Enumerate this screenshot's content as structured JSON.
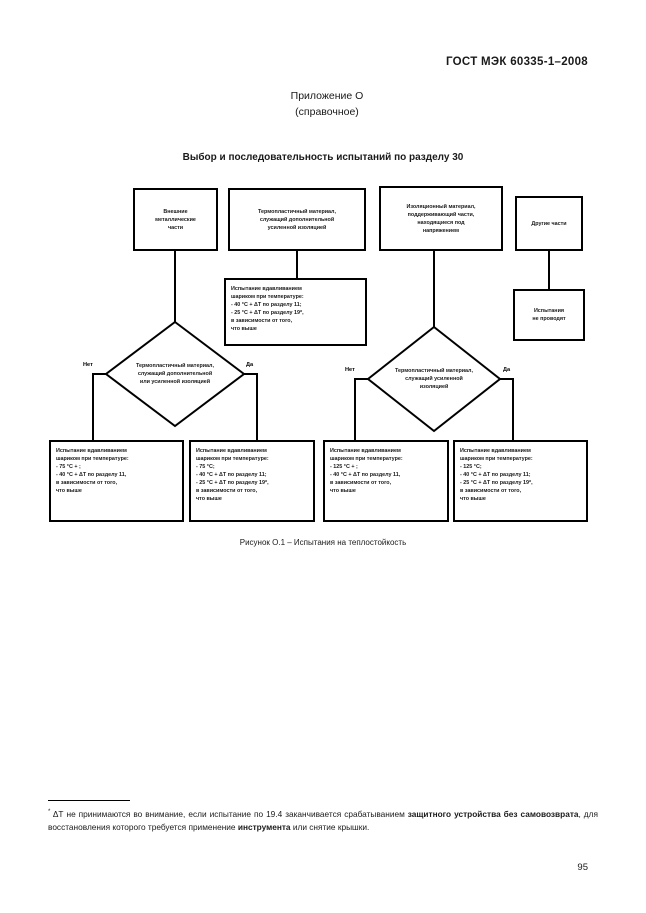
{
  "header": {
    "standard_id": "ГОСТ МЭК 60335-1–2008"
  },
  "annex": {
    "title": "Приложение О",
    "subtitle": "(справочное)"
  },
  "section": {
    "title": "Выбор и последовательность испытаний по разделу 30"
  },
  "figure": {
    "caption": "Рисунок О.1 – Испытания на теплостойкость",
    "nodes": {
      "external_metal_parts": {
        "lines": [
          "Внешние",
          "металлические",
          "части"
        ]
      },
      "thermoplastic_supplementary": {
        "lines": [
          "Термопластичный материал,",
          "служащий дополнительной",
          "усиленной изоляцией"
        ]
      },
      "insulating_live_parts": {
        "lines": [
          "Изоляционный материал,",
          "поддерживающий части,",
          "находящиеся под",
          "напряжением"
        ]
      },
      "other_parts": {
        "lines": [
          "Другие части"
        ]
      },
      "no_tests": {
        "lines": [
          "Испытания",
          "не проводят"
        ]
      },
      "ball_test_mid": {
        "lines": [
          "Испытание вдавливанием",
          "шариком при температуре:",
          "- 40 °С + ΔТ по разделу 11;",
          "- 25 °С + ΔТ по разделу 19*,",
          "в зависимости от того,",
          "что выше"
        ]
      },
      "ball_test_1": {
        "lines": [
          "Испытание вдавливанием",
          "шариком при температуре:",
          "- 75 °С + ;",
          "- 40 °С + ΔТ по разделу 11,",
          "в зависимости от того,",
          "что выше"
        ]
      },
      "ball_test_2": {
        "lines": [
          "Испытание вдавливанием",
          "шариком при температуре:",
          "- 75 °С;",
          "- 40 °С + ΔТ по разделу 11;",
          "- 25 °С + ΔТ по разделу 19*,",
          "в зависимости от того,",
          "что выше"
        ]
      },
      "ball_test_3": {
        "lines": [
          "Испытание вдавливанием",
          "шариком при температуре:",
          "- 125 °С + ;",
          "- 40 °С + ΔТ по разделу 11,",
          "в зависимости от того,",
          "что выше"
        ]
      },
      "ball_test_4": {
        "lines": [
          "Испытание вдавливанием",
          "шариком при температуре:",
          "- 125 °С;",
          "- 40 °С + ΔТ по разделу 11;",
          "- 25 °С + ΔТ по разделу 19*,",
          "в зависимости от того,",
          "что выше"
        ]
      }
    },
    "decisions": {
      "decision_1": {
        "lines": [
          "Термопластичный",
          "материал, служащий",
          "дополнительной",
          "или усиленной",
          "изоляцией"
        ]
      },
      "decision_2": {
        "lines": [
          "Термопластичный",
          "материал, служащий",
          "усиленной",
          "изоляцией"
        ]
      }
    },
    "edge_labels": {
      "no": "Нет",
      "yes": "Да"
    }
  },
  "footnote": {
    "marker": "*",
    "text_part_1": "ΔТ не принимаются во внимание, если испытание по 19.4 заканчивается срабатыванием ",
    "bold_1": "защитного устройства без самовозврата",
    "text_part_2": ", для восстановления которого требуется применение ",
    "bold_2": "инструмента",
    "text_part_3": " или снятие крышки."
  },
  "page_number": "95"
}
